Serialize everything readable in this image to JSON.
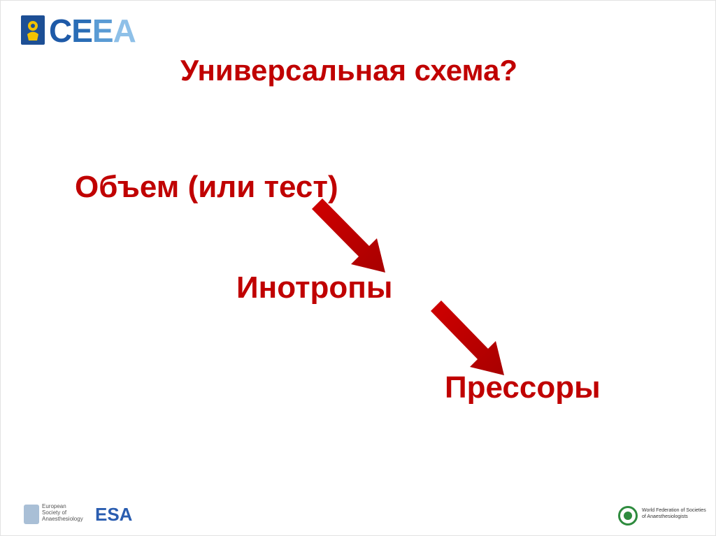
{
  "header": {
    "logo_text": "CEEA"
  },
  "title": "Универсальная схема?",
  "flow": {
    "steps": [
      "Объем (или тест)",
      "Инотропы",
      "Прессоры"
    ]
  },
  "footer": {
    "esa_subtitle_lines": [
      "European",
      "Society of",
      "Anaesthesiology"
    ],
    "esa_logo_text": "ESA",
    "wfsa_lines": [
      "World Federation of Societies",
      "of Anaesthesiologists"
    ]
  },
  "colors": {
    "accent": "#c00000",
    "logo_blue": "#1e5aa8",
    "esa_blue": "#2a5db0",
    "wfsa_green": "#2e8b3e"
  }
}
